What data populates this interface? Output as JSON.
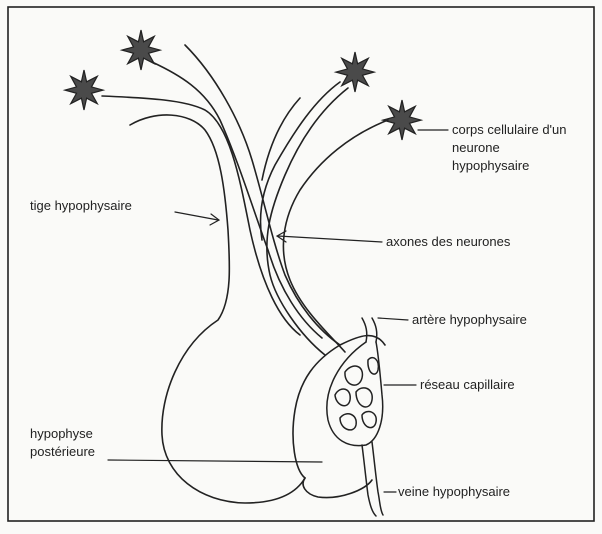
{
  "labels": {
    "corps_line1": "corps cellulaire d'un",
    "corps_line2": "neurone",
    "corps_line3": "hypophysaire",
    "tige": "tige hypophysaire",
    "axones": "axones des neurones",
    "artere": "artère hypophysaire",
    "reseau": "réseau capillaire",
    "hypophyse_line1": "hypophyse",
    "hypophyse_line2": "postérieure",
    "veine": "veine hypophysaire"
  },
  "colors": {
    "ink": "#222222",
    "cell_body": "#4a4a4a",
    "paper": "#fafaf8"
  }
}
